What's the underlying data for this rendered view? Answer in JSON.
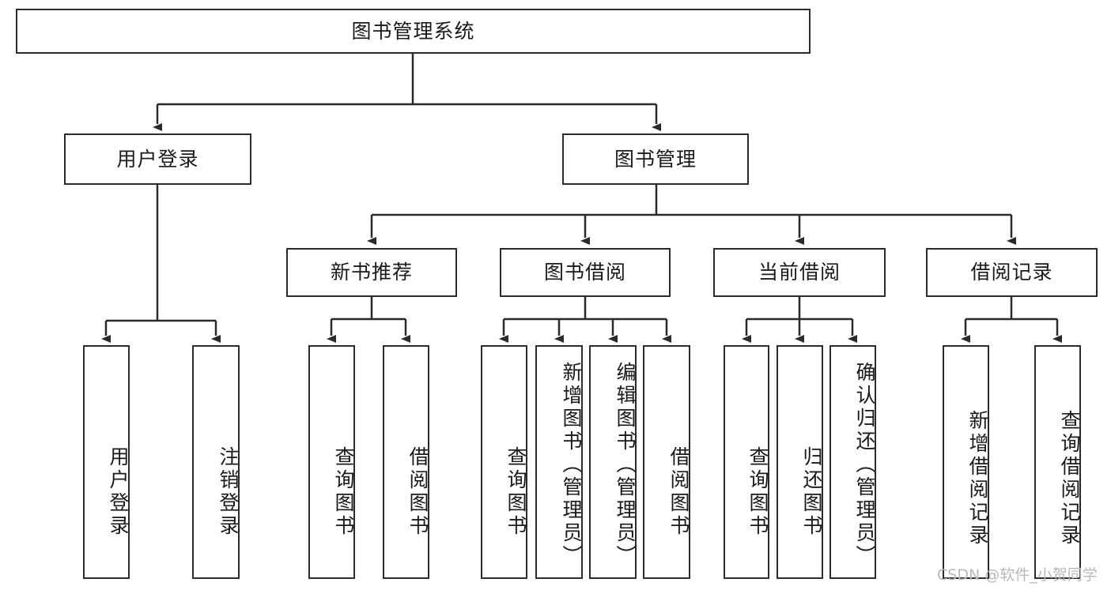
{
  "diagram": {
    "title_node": {
      "label": "图书管理系统"
    },
    "level2": [
      {
        "label": "用户登录"
      },
      {
        "label": "图书管理"
      }
    ],
    "level3": [
      {
        "label": "新书推荐"
      },
      {
        "label": "图书借阅"
      },
      {
        "label": "当前借阅"
      },
      {
        "label": "借阅记录"
      }
    ],
    "leaves": [
      {
        "label": "用户登录"
      },
      {
        "label": "注销登录"
      },
      {
        "label": "查询图书"
      },
      {
        "label": "借阅图书"
      },
      {
        "label": "查询图书"
      },
      {
        "label": "新增图书（管理员）"
      },
      {
        "label": "编辑图书（管理员）"
      },
      {
        "label": "借阅图书"
      },
      {
        "label": "查询图书"
      },
      {
        "label": "归还图书"
      },
      {
        "label": "确认归还（管理员）"
      },
      {
        "label": "新增借阅记录"
      },
      {
        "label": "查询借阅记录"
      }
    ],
    "watermark": {
      "text": "CSDN @软件_小贺同学"
    },
    "colors": {
      "stroke": "#2b2b2b",
      "fill": "#ffffff",
      "text": "#1a1a1a",
      "watermark": "#b9b9b9"
    }
  }
}
